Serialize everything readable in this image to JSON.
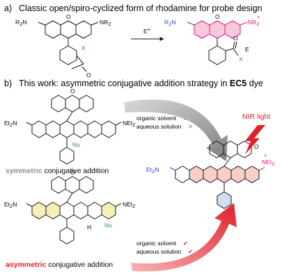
{
  "panel_a": {
    "label": "a)",
    "title": "Classic open/spiro-cyclized form of rhodamine for probe design",
    "reagent": "E",
    "reagent_charge": "+",
    "left_atoms": {
      "r2n_left": "R",
      "r2n_left_sub": "2",
      "r2n_left_n": "N",
      "nr2_right": "NR",
      "nr2_right_sub": "2",
      "o": "O",
      "x": "X",
      "o_carbonyl": "O"
    },
    "right_atoms": {
      "r2n_left": "R",
      "r2n_left_sub": "2",
      "r2n_left_n": "N",
      "nr2_right": "NR",
      "nr2_right_sub": "2",
      "plus": "+",
      "o": "O",
      "x": "X",
      "e": "E",
      "o_carbonyl": "O"
    },
    "colors": {
      "blue": "#1f3fd8",
      "magenta": "#e2157a",
      "green": "#2a9a2a",
      "pink_fill": "#f8c9dc"
    }
  },
  "panel_b": {
    "label": "b)",
    "title_prefix": "This work: asymmetric conjugative addition strategy in ",
    "title_bold": "EC5",
    "title_suffix": " dye",
    "top_left_atoms": {
      "et2n": "Et",
      "et2n_sub": "2",
      "et2n_n": "N",
      "net2": "NEt",
      "net2_sub": "2",
      "o": "O",
      "nu": "Nu"
    },
    "bottom_left_atoms": {
      "et2n": "Et",
      "et2n_sub": "2",
      "et2n_n": "N",
      "net2": "NEt",
      "net2_sub": "2",
      "o": "O",
      "nu": "Nu",
      "h": "H"
    },
    "product_atoms": {
      "et2n": "Et",
      "et2n_sub": "2",
      "et2n_n": "N",
      "net2": "NEt",
      "net2_sub": "2",
      "plus": "+",
      "o": "O"
    },
    "symmetric_caption_bold": "symmetric",
    "symmetric_caption_rest": " conjugative addition",
    "asymmetric_caption_bold": "asymmetric",
    "asymmetric_caption_rest": " conjugative addition",
    "top_conditions": [
      {
        "text": "organic solvent",
        "mark": "✔",
        "mark_color": "#e0202a"
      },
      {
        "text": "aqueous solution",
        "mark": "✕",
        "mark_color": "#8a8a8a"
      }
    ],
    "bottom_conditions": [
      {
        "text": "organic solvent",
        "mark": "✔",
        "mark_color": "#e0202a"
      },
      {
        "text": "aqueous solution",
        "mark": "✔",
        "mark_color": "#e0202a"
      }
    ],
    "nir_label": "NIR light",
    "colors": {
      "gray_arrow": "#8e8e8e",
      "red_arrow": "#e0202a",
      "nir": "#e0202a",
      "blue": "#1f3fd8",
      "magenta": "#e2157a",
      "green": "#2a9a2a",
      "symmetric_gray": "#8e8e8e",
      "asymmetric_red": "#e0202a",
      "pink_fill": "#f8cfc8",
      "yellow_fill": "#f6f0b8",
      "phenyl_fill": "#cfe0f5"
    }
  }
}
